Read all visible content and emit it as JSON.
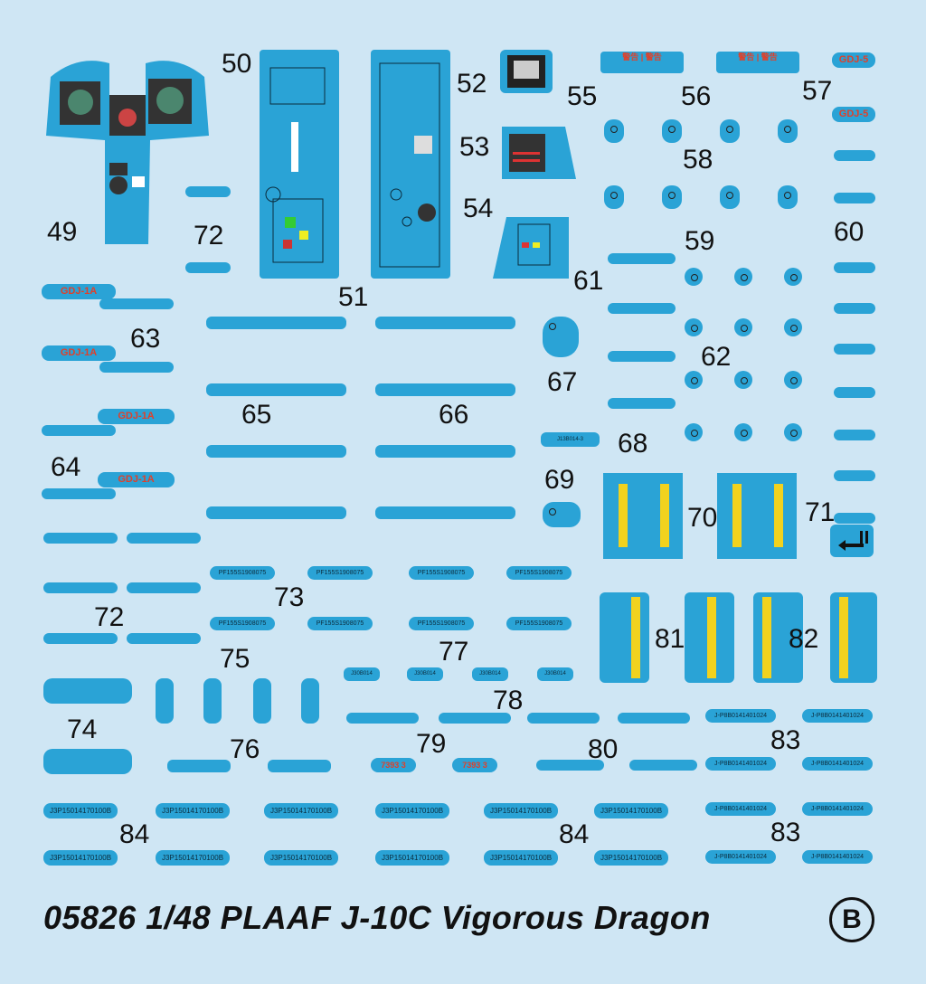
{
  "numbers": [
    "49",
    "50",
    "51",
    "52",
    "53",
    "54",
    "55",
    "56",
    "57",
    "58",
    "59",
    "60",
    "61",
    "62",
    "63",
    "64",
    "65",
    "66",
    "67",
    "68",
    "69",
    "70",
    "71",
    "72",
    "72",
    "73",
    "74",
    "75",
    "76",
    "77",
    "78",
    "79",
    "80",
    "81",
    "82",
    "83",
    "83",
    "84",
    "84"
  ],
  "title": "05826 1/48  PLAAF J-10C Vigorous Dragon",
  "sheet": "B",
  "labels": {
    "gdj5": "GDJ-5",
    "gdj1a": "GDJ-1A",
    "pf": "PF155S1908075",
    "j3p": "J3P15014170100B",
    "j8b": "J-P8B0141401024",
    "j30": "J30B014",
    "code": "J13B014-3",
    "c7": "7393 3"
  },
  "colors": {
    "background": "#cfe6f4",
    "decal": "#2aa3d6",
    "accent": "#e0402a",
    "stripe": "#f2d21e"
  }
}
